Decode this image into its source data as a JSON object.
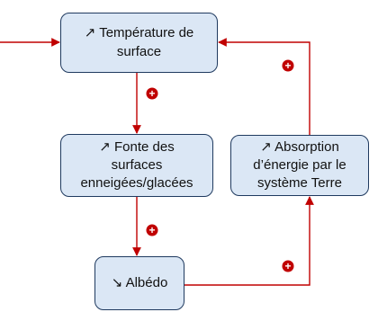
{
  "nodes": {
    "temperature": {
      "lines": [
        "↗ Température de",
        "surface"
      ]
    },
    "fonte": {
      "lines": [
        "↗ Fonte des",
        "surfaces",
        "enneigées/glacées"
      ]
    },
    "absorption": {
      "lines": [
        "↗ Absorption",
        "d’énergie par le",
        "système Terre"
      ]
    },
    "albedo": {
      "lines": [
        "↘ Albédo"
      ]
    }
  },
  "feedback_signs": [
    "+",
    "+",
    "+",
    "+"
  ],
  "colors": {
    "arrow": "#c00000",
    "box_fill": "#dbe7f5",
    "box_border": "#1f3a5f",
    "sign_fill": "#c00000",
    "sign_text": "#ffffff"
  }
}
